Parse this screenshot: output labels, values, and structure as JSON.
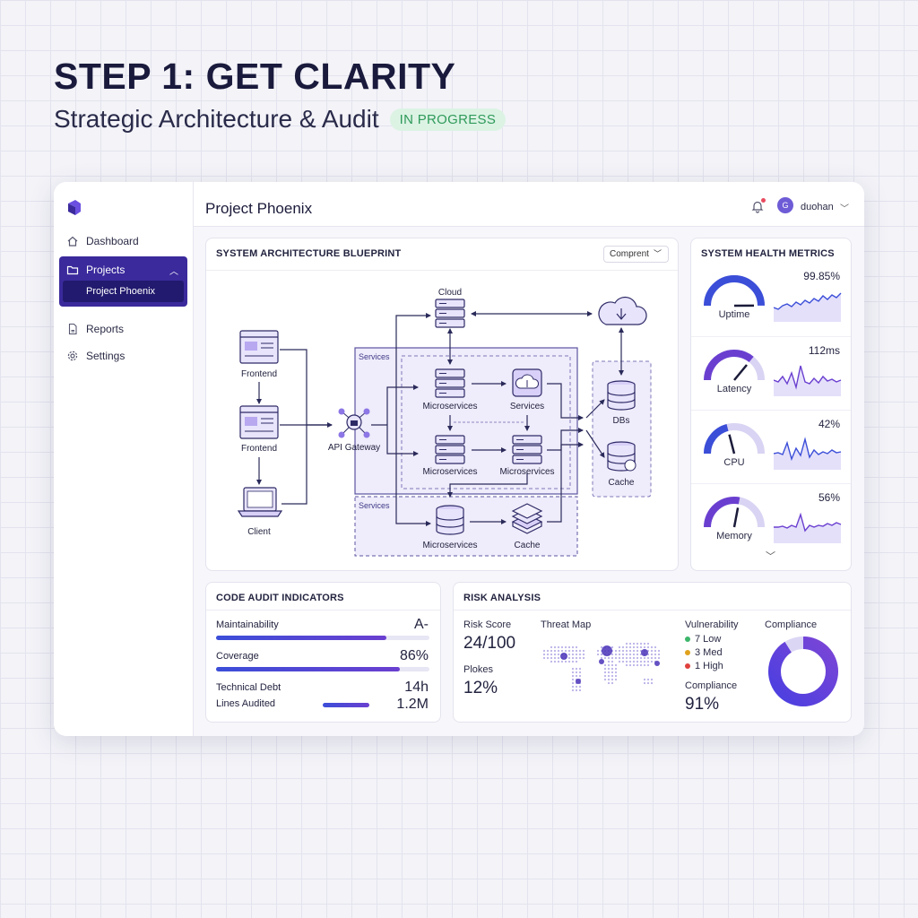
{
  "hero": {
    "title": "STEP 1: GET CLARITY",
    "subtitle": "Strategic Architecture & Audit",
    "status_badge": "IN PROGRESS"
  },
  "sidebar": {
    "items": [
      {
        "label": "Dashboard",
        "icon": "home-icon"
      },
      {
        "label": "Projects",
        "icon": "folder-icon",
        "expanded": true,
        "children": [
          "Project Phoenix"
        ]
      },
      {
        "label": "Reports",
        "icon": "document-icon"
      },
      {
        "label": "Settings",
        "icon": "gear-icon"
      }
    ]
  },
  "topbar": {
    "title": "Project Phoenix",
    "avatar_initial": "G",
    "username": "duohan"
  },
  "architecture": {
    "title": "SYSTEM ARCHITECTURE BLUEPRINT",
    "view_select": "Comprent",
    "nodes": {
      "frontend_1": "Frontend",
      "frontend_2": "Frontend",
      "client": "Client",
      "api_gateway": "API Gateway",
      "cloud": "Cloud",
      "services_group_1": "Services",
      "services_group_2": "Services",
      "microservices_1": "Microservices",
      "services_node": "Services",
      "microservices_2": "Microservices",
      "microservices_3": "Microservices",
      "microservices_4": "Microservices",
      "cache_1": "Cache",
      "dbs": "DBs",
      "cache_2": "Cache"
    }
  },
  "health": {
    "title": "SYSTEM HEALTH METRICS",
    "metrics": [
      {
        "label": "Uptime",
        "value": "99.85%",
        "level": 0.9985
      },
      {
        "label": "Latency",
        "value": "112ms",
        "level": 0.72
      },
      {
        "label": "CPU",
        "value": "42%",
        "level": 0.42
      },
      {
        "label": "Memory",
        "value": "56%",
        "level": 0.56
      }
    ]
  },
  "audit": {
    "title": "CODE AUDIT INDICATORS",
    "maintainability_label": "Maintainability",
    "maintainability_value": "A-",
    "maintainability_level": 0.8,
    "coverage_label": "Coverage",
    "coverage_value": "86%",
    "coverage_level": 0.86,
    "debt_label": "Technical Debt",
    "debt_value": "14h",
    "lines_label": "Lines Audited",
    "lines_value": "1.2M",
    "lines_level": 0.55
  },
  "risk": {
    "title": "RISK ANALYSIS",
    "risk_score_label": "Risk Score",
    "risk_score_value": "24/100",
    "plokes_label": "Plokes",
    "plokes_value": "12%",
    "threat_map_label": "Threat Map",
    "vulnerability_label": "Vulnerability",
    "vulnerabilities": [
      {
        "text": "7 Low",
        "color": "#3cb56a"
      },
      {
        "text": "3 Med",
        "color": "#e0a21d"
      },
      {
        "text": "1 High",
        "color": "#e0413d"
      }
    ],
    "compliance_label": "Compliance",
    "compliance_value": "91%",
    "compliance_chart_label": "Compliance",
    "compliance_level": 0.91
  },
  "colors": {
    "accent": "#3a2a9c",
    "accent_light": "#7b63e6",
    "status_green": "#2f9a5a"
  }
}
